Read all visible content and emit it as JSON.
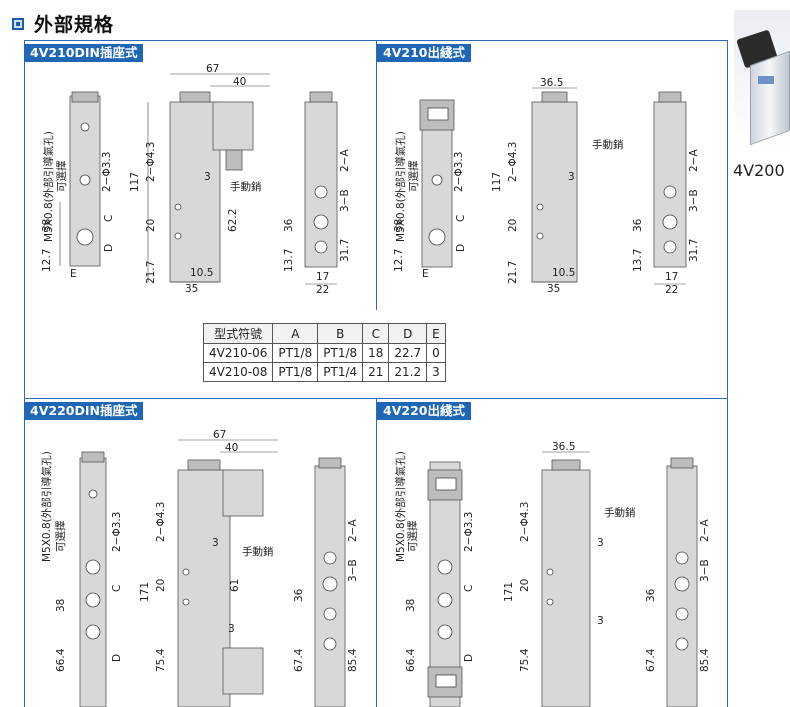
{
  "heading": {
    "title": "外部規格"
  },
  "sections": [
    {
      "label": "4V210DIN插座式"
    },
    {
      "label": "4V210出綫式"
    },
    {
      "label": "4V220DIN插座式"
    },
    {
      "label": "4V220出綫式"
    }
  ],
  "table": {
    "headers": [
      "型式符號",
      "A",
      "B",
      "C",
      "D",
      "E"
    ],
    "rows": [
      [
        "4V210-06",
        "PT1/8",
        "PT1/8",
        "18",
        "22.7",
        "0"
      ],
      [
        "4V210-08",
        "PT1/8",
        "PT1/4",
        "21",
        "21.2",
        "3"
      ]
    ]
  },
  "product": {
    "model": "4V200"
  },
  "dims": {
    "m5_note": "M5X0.8(外部引導氣孔)",
    "breather": "可選擇",
    "hole2": "2−Φ3.3",
    "hole2b": "2−Φ4.3",
    "manual": "手動銷",
    "d67": "67",
    "d40": "40",
    "d365": "36.5",
    "d117": "117",
    "d38": "38",
    "d127": "12.7",
    "d217": "21.7",
    "d20": "20",
    "d622": "62.2",
    "d105": "10.5",
    "d35": "35",
    "d36": "36",
    "d137": "13.7",
    "d317": "31.7",
    "d17": "17",
    "d22": "22",
    "d3": "3",
    "d3b": "3−B",
    "d2a": "2−A",
    "dC": "C",
    "dD": "D",
    "dE": "E",
    "d171": "171",
    "d61": "61",
    "d754": "75.4",
    "d664": "66.4",
    "d674": "67.4",
    "d854": "85.4"
  }
}
